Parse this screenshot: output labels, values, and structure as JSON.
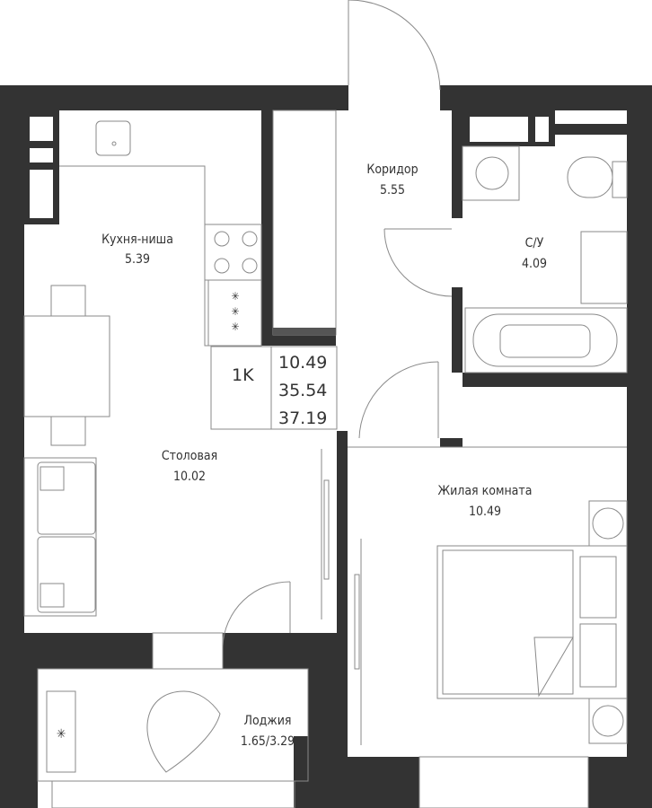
{
  "rooms": {
    "kitchen": {
      "name": "Кухня-ниша",
      "area": "5.39"
    },
    "corridor": {
      "name": "Коридор",
      "area": "5.55"
    },
    "bathroom": {
      "name": "С/У",
      "area": "4.09"
    },
    "dining": {
      "name": "Столовая",
      "area": "10.02"
    },
    "living": {
      "name": "Жилая комната",
      "area": "10.49"
    },
    "loggia": {
      "name": "Лоджия",
      "area": "1.65/3.29"
    }
  },
  "summary": {
    "type": "1K",
    "living_area": "10.49",
    "total_area": "35.54",
    "total_with_loggia": "37.19"
  },
  "colors": {
    "wall": "#333333",
    "line": "#8a8a8a"
  }
}
